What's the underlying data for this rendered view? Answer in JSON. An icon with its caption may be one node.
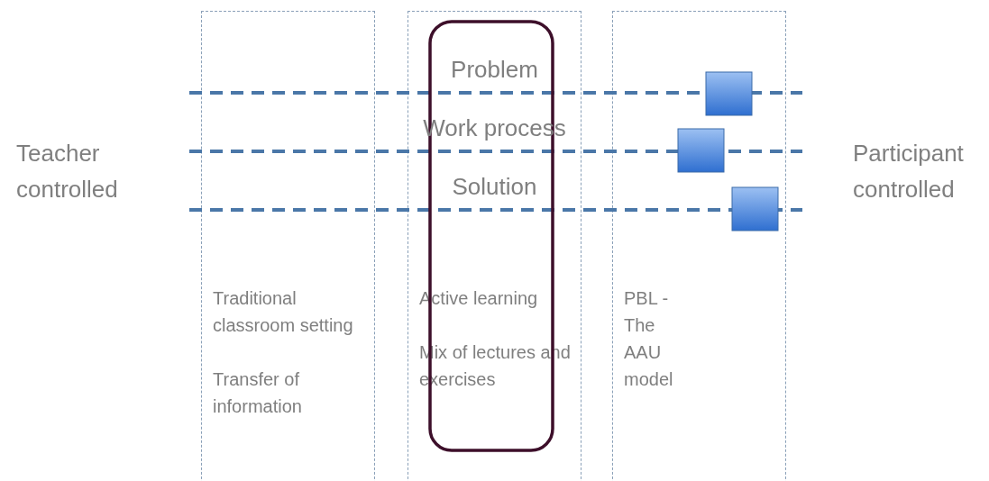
{
  "diagram": {
    "nodes": [
      {
        "text": [
          "Traditional classroom setting",
          "Transfer of information"
        ]
      },
      {
        "text": [
          "Active learning",
          "Mix of lectures and exercises"
        ]
      },
      {
        "text": [
          "PBL - The AAU model"
        ]
      }
    ],
    "labels": [
      "Teacher controlled",
      "Participant controlled",
      "Problem",
      "Work process",
      "Solution"
    ]
  }
}
